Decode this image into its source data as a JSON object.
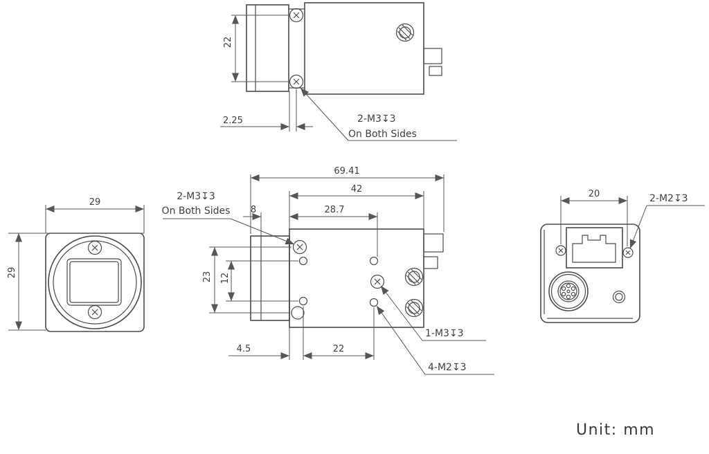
{
  "colors": {
    "line": "#4a4a4a",
    "text": "#3f3f3f",
    "background": "#ffffff"
  },
  "unit_label": "Unit: mm",
  "top_view": {
    "dim_hole_spacing": "22",
    "dim_hole_offset": "2.25",
    "screw_label": "2-M3↧3",
    "screw_note": "On Both Sides"
  },
  "side_view": {
    "dim_overall_length": "69.41",
    "dim_body_length": "42",
    "dim_rear_section": "28.7",
    "dim_front_section": "8",
    "dim_side_hole_spacing": "23",
    "dim_m2_vertical_spacing": "12",
    "dim_front_hole_offset": "4.5",
    "dim_m2_horizontal_spacing": "22",
    "screw_label": "2-M3↧3",
    "screw_note": "On Both Sides",
    "center_hole_label": "1-M3↧3",
    "corner_holes_label": "4-M2↧3"
  },
  "front_view": {
    "dim_width": "29",
    "dim_height": "29"
  },
  "back_view": {
    "dim_screw_spacing": "20",
    "screw_label": "2-M2↧3"
  }
}
